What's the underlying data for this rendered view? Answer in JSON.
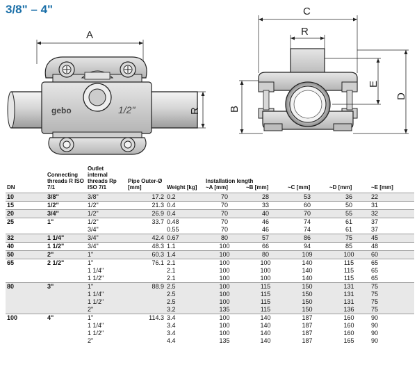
{
  "title": "3/8\" – 4\"",
  "drawing": {
    "labels": {
      "A": "A",
      "B": "B",
      "C": "C",
      "D": "D",
      "E": "E",
      "R": "R",
      "body_text": "gebo",
      "body_size": "1/2\""
    }
  },
  "table": {
    "headers": {
      "dn": "DN",
      "thread": "Connecting threads R ISO 7/1",
      "outlet": "Outlet internal threads Rp ISO 7/1",
      "pipe": "Pipe Outer-Ø [mm]",
      "weight": "Weight [kg]",
      "install": "Installation length",
      "a": "~A [mm]",
      "b": "~B [mm]",
      "c": "~C [mm]",
      "d": "~D [mm]",
      "e": "~E [mm]"
    },
    "rows": [
      [
        "10",
        "3/8\"",
        "3/8\"",
        "17.2",
        "0.2",
        "70",
        "28",
        "53",
        "36",
        "22"
      ],
      [
        "15",
        "1/2\"",
        "1/2\"",
        "21.3",
        "0.4",
        "70",
        "33",
        "60",
        "50",
        "31"
      ],
      [
        "20",
        "3/4\"",
        "1/2\"",
        "26.9",
        "0.4",
        "70",
        "40",
        "70",
        "55",
        "32"
      ],
      [
        "25",
        "1\"",
        "1/2\"",
        "33.7",
        "0.48",
        "70",
        "46",
        "74",
        "61",
        "37"
      ],
      [
        "",
        "",
        "3/4\"",
        "",
        "0.55",
        "70",
        "46",
        "74",
        "61",
        "37"
      ],
      [
        "32",
        "1 1/4\"",
        "3/4\"",
        "42.4",
        "0.67",
        "80",
        "57",
        "86",
        "75",
        "45"
      ],
      [
        "40",
        "1 1/2\"",
        "3/4\"",
        "48.3",
        "1.1",
        "100",
        "66",
        "94",
        "85",
        "48"
      ],
      [
        "50",
        "2\"",
        "1\"",
        "60.3",
        "1.4",
        "100",
        "80",
        "109",
        "100",
        "60"
      ],
      [
        "65",
        "2 1/2\"",
        "1\"",
        "76.1",
        "2.1",
        "100",
        "100",
        "140",
        "115",
        "65"
      ],
      [
        "",
        "",
        "1 1/4\"",
        "",
        "2.1",
        "100",
        "100",
        "140",
        "115",
        "65"
      ],
      [
        "",
        "",
        "1 1/2\"",
        "",
        "2.1",
        "100",
        "100",
        "140",
        "115",
        "65"
      ],
      [
        "80",
        "3\"",
        "1\"",
        "88.9",
        "2.5",
        "100",
        "115",
        "150",
        "131",
        "75"
      ],
      [
        "",
        "",
        "1 1/4\"",
        "",
        "2.5",
        "100",
        "115",
        "150",
        "131",
        "75"
      ],
      [
        "",
        "",
        "1 1/2\"",
        "",
        "2.5",
        "100",
        "115",
        "150",
        "131",
        "75"
      ],
      [
        "",
        "",
        "2\"",
        "",
        "3.2",
        "135",
        "115",
        "150",
        "136",
        "75"
      ],
      [
        "100",
        "4\"",
        "1\"",
        "114.3",
        "3.4",
        "100",
        "140",
        "187",
        "160",
        "90"
      ],
      [
        "",
        "",
        "1 1/4\"",
        "",
        "3.4",
        "100",
        "140",
        "187",
        "160",
        "90"
      ],
      [
        "",
        "",
        "1 1/2\"",
        "",
        "3.4",
        "100",
        "140",
        "187",
        "160",
        "90"
      ],
      [
        "",
        "",
        "2\"",
        "",
        "4.4",
        "135",
        "140",
        "187",
        "165",
        "90"
      ]
    ],
    "groups": [
      [
        0
      ],
      [
        1
      ],
      [
        2
      ],
      [
        3,
        4
      ],
      [
        5
      ],
      [
        6
      ],
      [
        7
      ],
      [
        8,
        9,
        10
      ],
      [
        11,
        12,
        13,
        14
      ],
      [
        15,
        16,
        17,
        18
      ]
    ]
  }
}
